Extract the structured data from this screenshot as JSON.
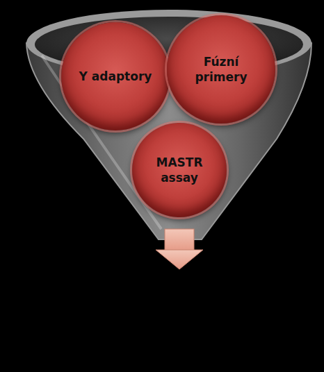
{
  "diagram": {
    "nodes": [
      {
        "text": [
          "Y adaptory"
        ]
      },
      {
        "text": [
          "Fúzní primery"
        ]
      },
      {
        "text": [
          "MASTR assay"
        ]
      }
    ]
  }
}
